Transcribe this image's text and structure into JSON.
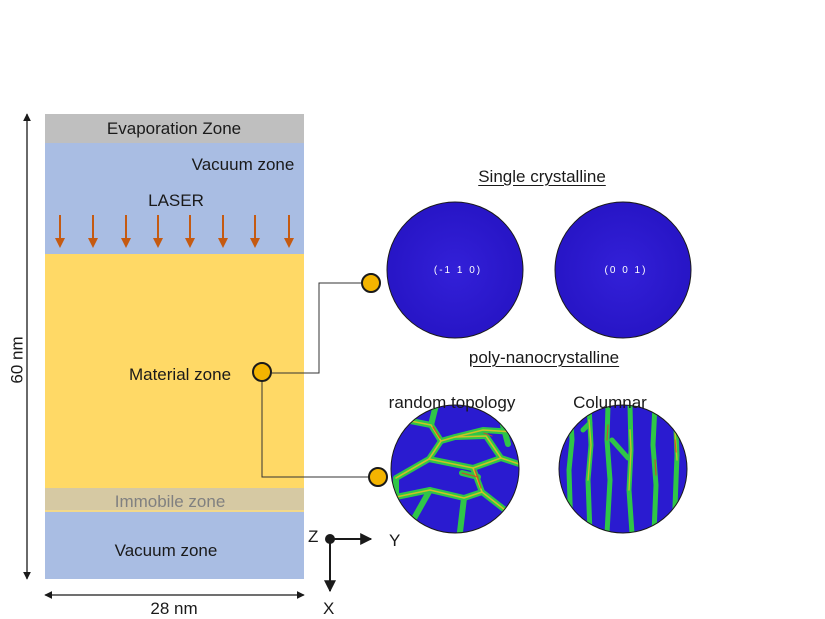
{
  "zones": {
    "evaporation": "Evaporation Zone",
    "vacuum_top": "Vacuum zone",
    "laser": "LASER",
    "material": "Material zone",
    "immobile": "Immobile zone",
    "vacuum_bottom": "Vacuum zone"
  },
  "dimensions": {
    "height": "60 nm",
    "width": "28 nm"
  },
  "single_crystalline": {
    "title": "Single crystalline",
    "orientations": [
      "(-1 1 0)",
      "(0 0 1)"
    ]
  },
  "poly_nanocrystalline": {
    "title": "poly-nanocrystalline",
    "topologies": [
      "random topology",
      "Columnar"
    ]
  },
  "axes": {
    "z": "Z",
    "y": "Y",
    "x": "X"
  },
  "colors": {
    "evaporation": "#bfbfbf",
    "vacuum": "#a9bde3",
    "material": "#ffd966",
    "immobile": "#d6c9a3",
    "laser_arrow": "#c55a11",
    "marker": "#f4b400",
    "crystal_blue": "#2a1bd0",
    "grain_boundary": "#3ccf4e"
  }
}
